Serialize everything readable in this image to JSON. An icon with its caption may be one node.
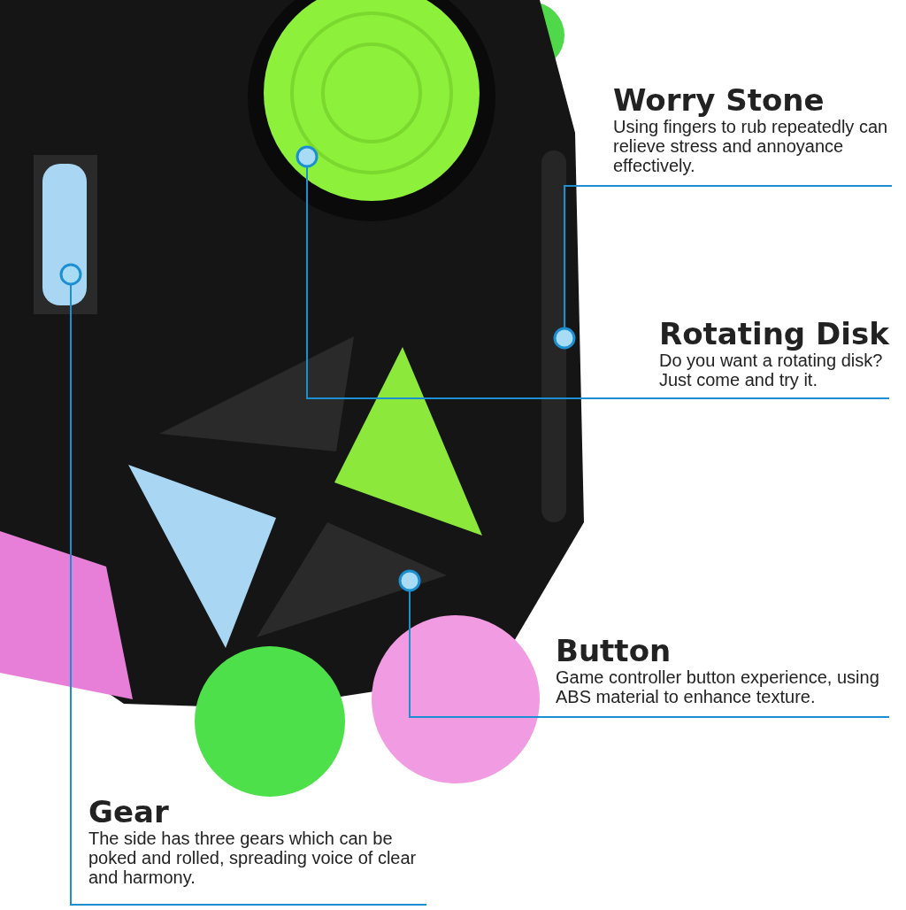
{
  "diagram": {
    "nodes": [
      {
        "text": [
          "Worry Stone",
          "Using fingers to rub repeatedly can relieve stress and annoyance effectively."
        ]
      },
      {
        "text": [],
        "shape": "circle"
      },
      {
        "text": [
          "Rotating Disk",
          "Do you want a rotating disk? Just come and try it."
        ]
      },
      {
        "text": [],
        "shape": "circle"
      },
      {
        "text": [
          "Button",
          "Game controller button experience, using ABS material to enhance texture."
        ]
      },
      {
        "text": [],
        "shape": "circle"
      },
      {
        "text": [
          "Gear",
          "The side has three gears which can be poked and rolled, spreading voice  of  clear and harmony."
        ]
      },
      {
        "text": [],
        "shape": "circle"
      }
    ],
    "edges": [
      {
        "from": 0,
        "to": 1,
        "arrow": "none"
      },
      {
        "from": 2,
        "to": 3,
        "arrow": "none"
      },
      {
        "from": 4,
        "to": 5,
        "arrow": "none"
      },
      {
        "from": 6,
        "to": 7,
        "arrow": "none"
      }
    ]
  }
}
